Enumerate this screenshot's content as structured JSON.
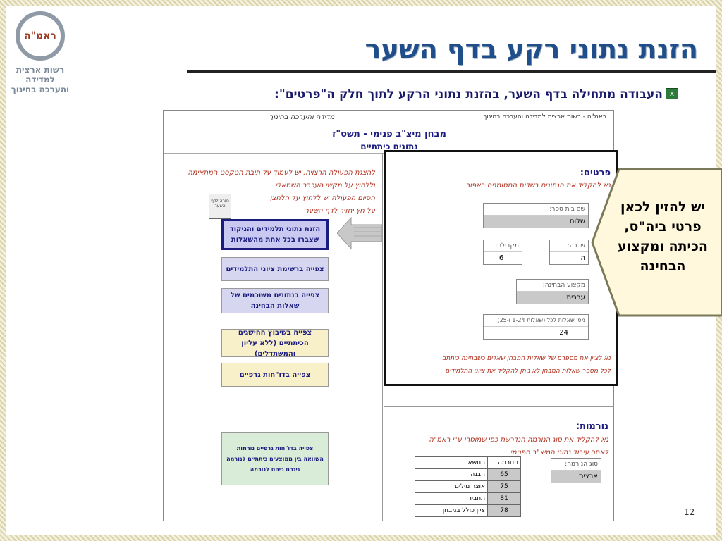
{
  "org": {
    "logo_text": "ראמ\"ה",
    "name": "רשות ארצית למדידה והערכה בחינוך"
  },
  "slide": {
    "title": "הזנת נתוני רקע בדף השער",
    "subtitle": "העבודה מתחילה בדף השער, בהזנת נתוני הרקע לתוך חלק ה\"פרטים\":",
    "page_number": "12"
  },
  "sheet": {
    "header_left": "מדידה והערכה בחינוך",
    "header_right": "ראמ\"ה - רשות ארצית למדידה והערכה בחינוך",
    "title_line1": "מבחן מיצ\"ב פנימי - תשס\"ז",
    "title_line2": "נתונים כיתתיים",
    "instructions": "להצגת הפעולה הרצויה, יש לעמוד על תיבת הטקסט המתאימה וללחוץ על מקשי העכבר השמאלי\nהסיום הפעולה יש ללחוץ על הלחצן\nעל חץ יחזיר לדף השער",
    "arrow_label": "חזרה לדף השער",
    "buttons": [
      {
        "label": "הזנת נתוני תלמידים והניקוד שצברו בכל אחת מהשאלות"
      },
      {
        "label": "צפייה ברשימת ציוני התלמידים"
      },
      {
        "label": "צפייה בנתונים משוכמים של שאלות הבחינה"
      },
      {
        "label": "צפייה בשיבוץ ההישגים הכיתתיים (ללא עליון והמשתדלים)"
      },
      {
        "label": "צפייה בדו\"חות גרפיים"
      },
      {
        "label": "צפייה בדו\"חות גרפיים נורמות\nהשוואה בין ממוצעים כיתתיים לנורמה\nגיגרם כיחס לנורמה"
      }
    ],
    "details": {
      "title": "פרטים:",
      "instruction": "נא להקליד את הנתונים בשדות המסומנים באפור",
      "school_label": "שם בית ספר:",
      "school_value": "שלום",
      "grade_label": "שכבה:",
      "grade_value": "ה",
      "class_label": "מקבילה:",
      "class_value": "6",
      "subject_label": "מקצוע הבחינה:",
      "subject_value": "עברית",
      "questions_label": "מס' שאלות לכל (שאלות 1-24 ו-25)",
      "questions_value": "24",
      "footnote": "נא לציין את מספרם של שאלות המבחן שאלים כשבחינה כיתתב\nלכל מספר שאלות המבחן לא ניתן להקליד את ציוני התלמידים"
    },
    "norms": {
      "title": "נורמות:",
      "instruction": "נא להקליד את סוג הנורמה הנדרשת כפי שמוסרו ע\"י ראמ\"ה\nלאחר עיבוד נתוני המיצ\"ב הפנימי",
      "type_label": "סוג הנורמה:",
      "type_value": "ארצית",
      "table_headers": [
        "הנושא",
        "הנורמה"
      ],
      "rows": [
        {
          "topic": "הבנה",
          "value": "65"
        },
        {
          "topic": "אוצר מילים",
          "value": "75"
        },
        {
          "topic": "תחביר",
          "value": "81"
        },
        {
          "topic": "ציון כולל במבחן",
          "value": "78"
        }
      ]
    }
  },
  "callout": {
    "text": "יש להזין לכאן פרטי ביה\"ס, הכיתה ומקצוע הבחינה"
  },
  "colors": {
    "title": "#1f4e8a",
    "instruction_red": "#b0301f",
    "button_blue": "#c8c8f0"
  }
}
